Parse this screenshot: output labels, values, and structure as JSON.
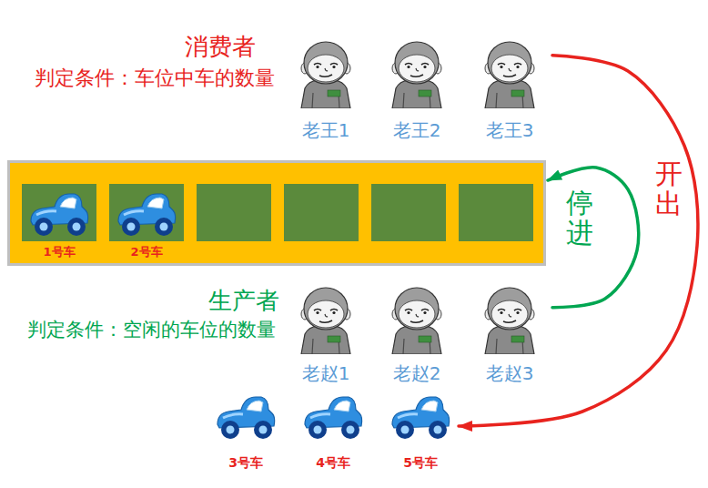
{
  "diagram": {
    "nodes": [
      {
        "text": [
          "老王1"
        ]
      },
      {
        "text": [
          "老王2"
        ]
      },
      {
        "text": [
          "老王3"
        ]
      },
      {
        "text": [
          "1号车",
          "2号车"
        ]
      },
      {
        "text": [
          "老赵1"
        ]
      },
      {
        "text": [
          "老赵2"
        ]
      },
      {
        "text": [
          "老赵3"
        ]
      },
      {
        "text": [
          "3号车"
        ]
      },
      {
        "text": [
          "4号车"
        ]
      },
      {
        "text": [
          "5号车"
        ]
      }
    ],
    "edges": [
      {
        "from": 6,
        "to": 3,
        "label": "停进",
        "arrow": "to"
      },
      {
        "from": 2,
        "to": 9,
        "label": "开出",
        "arrow": "to"
      }
    ],
    "labels": [
      "消费者",
      "判定条件：车位中车的数量",
      "生产者",
      "判定条件：空闲的车位的数量"
    ]
  }
}
